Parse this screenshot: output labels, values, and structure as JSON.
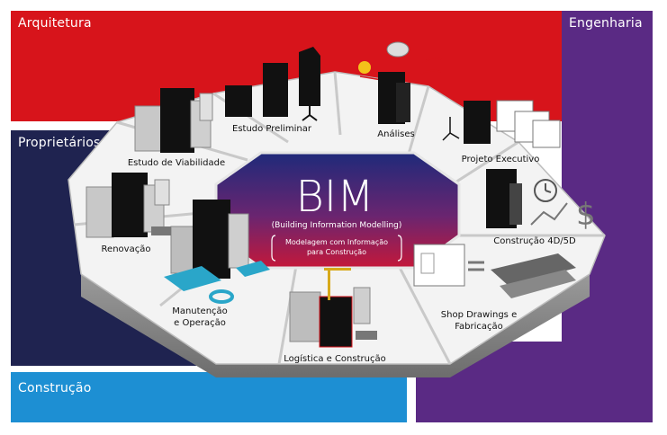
{
  "corners": {
    "arquitetura": "Arquitetura",
    "engenharia": "Engenharia",
    "proprietarios": "Proprietários",
    "construcao": "Construção"
  },
  "center": {
    "title": "BIM",
    "subtitle": "(Building Information Modelling)",
    "note_line1": "Modelagem com Informação",
    "note_line2": "para Construção"
  },
  "segments": [
    {
      "id": "estudo-preliminar",
      "label": "Estudo Preliminar"
    },
    {
      "id": "analises",
      "label": "Análises"
    },
    {
      "id": "projeto-executivo",
      "label": "Projeto Executivo"
    },
    {
      "id": "construcao-4d5d",
      "label": "Construção 4D/5D"
    },
    {
      "id": "shop-drawings",
      "label_line1": "Shop Drawings e",
      "label_line2": "Fabricação"
    },
    {
      "id": "logistica",
      "label": "Logística e Construção"
    },
    {
      "id": "manutencao",
      "label_line1": "Manutenção",
      "label_line2": "e Operação"
    },
    {
      "id": "renovacao",
      "label": "Renovação"
    },
    {
      "id": "estudo-viabilidade",
      "label": "Estudo de Viabilidade"
    }
  ],
  "colors": {
    "arquitetura": "#d7141b",
    "engenharia": "#5a2a84",
    "proprietarios": "#1f2350",
    "construcao": "#1d8fd3",
    "hub_top": "#1f2a7a",
    "hub_bottom": "#c4183a"
  }
}
